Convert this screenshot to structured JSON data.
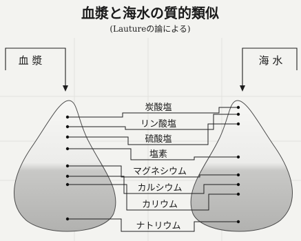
{
  "title": "血漿と海水の質的類似",
  "subtitle": "(Lautureの論による)",
  "left_label": "血 漿",
  "right_label": "海 水",
  "components": [
    "炭酸塩",
    "リン酸塩",
    "硫酸塩",
    "塩素",
    "マグネシウム",
    "カルシウム",
    "カリウム",
    "ナトリウム"
  ]
}
